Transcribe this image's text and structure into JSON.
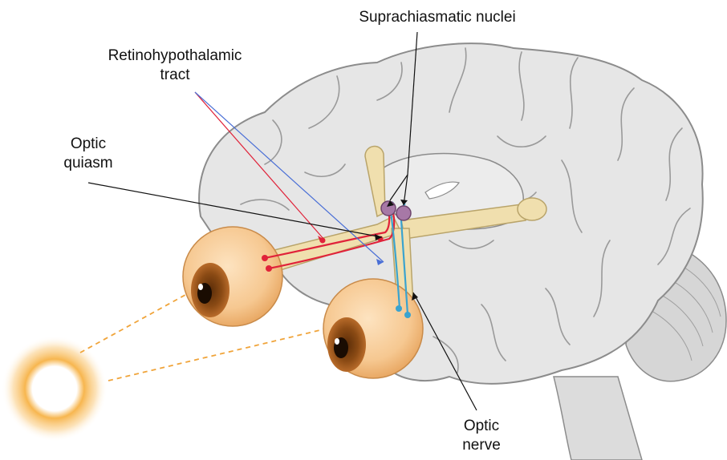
{
  "labels": {
    "scn": "Suprachiasmatic nuclei",
    "rht": [
      "Retinohypothalamic",
      "tract"
    ],
    "chiasm": [
      "Optic",
      "quiasm"
    ],
    "nerve": [
      "Optic",
      "nerve"
    ]
  },
  "colors": {
    "brain": "#e6e6e6",
    "brain_outline": "#8c8c8c",
    "optic_pathway": "#f0dfae",
    "eye": "#f6c891",
    "iris": "#8a4a14",
    "sun": "#f7b64f",
    "rht_fiber": "#e0233a",
    "visual_fiber": "#3aa3cf",
    "nucleus": "#a778a6",
    "pointer_rht_red": "#e0233a",
    "pointer_rht_blue": "#4a6fd6",
    "pointer": "#111111",
    "light_ray": "#f0a43a"
  }
}
